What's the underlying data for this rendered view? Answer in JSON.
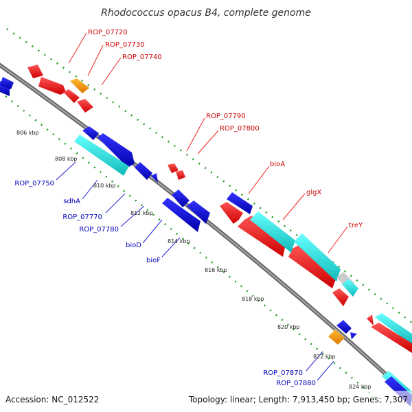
{
  "title": "Rhodococcus opacus B4, complete genome",
  "footer": {
    "accession": "Accession: NC_012522",
    "summary": "Topology: linear; Length: 7,913,450 bp; Genes: 7,307"
  },
  "colors": {
    "red": "#ee1111",
    "blue": "#1111dd",
    "cyan": "#22dddd",
    "orange": "#ff9900",
    "backbone": "#888888",
    "tick_green": "#228822",
    "label_red": "#cc0000",
    "label_blue": "#0000bb"
  },
  "ticks": [
    "806 kbp",
    "808 kbp",
    "810 kbp",
    "812 kbp",
    "814 kbp",
    "816 kbp",
    "818 kbp",
    "820 kbp",
    "822 kbp",
    "824 kbp"
  ],
  "labels_top": [
    "ROP_07720",
    "ROP_07730",
    "ROP_07740",
    "ROP_07790",
    "ROP_07800",
    "bioA",
    "glgX",
    "treY"
  ],
  "labels_bottom": [
    "ROP_07750",
    "sdhA",
    "ROP_07770",
    "ROP_07780",
    "bioD",
    "bioF",
    "ROP_07870",
    "ROP_07880"
  ]
}
